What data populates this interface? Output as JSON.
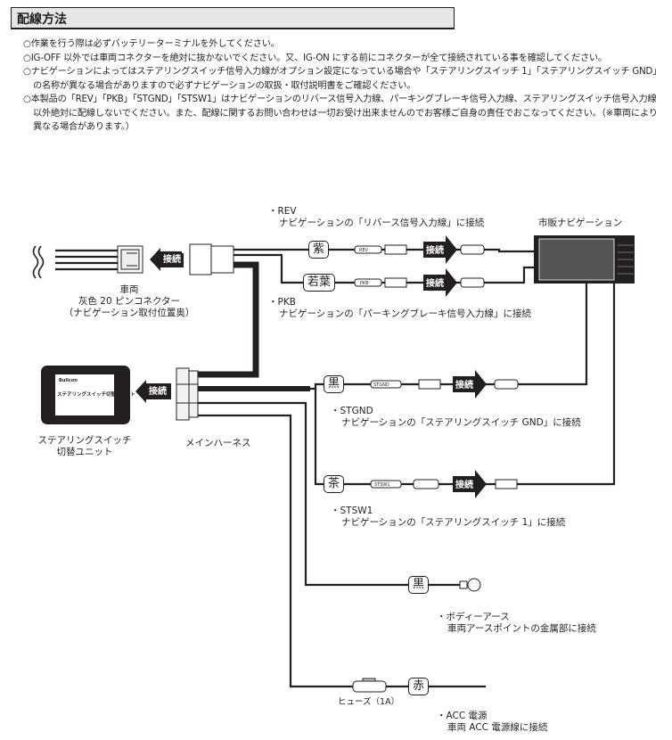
{
  "header": {
    "title": "配線方法"
  },
  "notes": [
    "○作業を行う際は必ずバッテリーターミナルを外してください。",
    "○IG-OFF 以外では車両コネクターを絶対に抜かないでください。又、IG-ON にする前にコネクターが全て接続されている事を確認してください。",
    "○ナビゲーションによってはステアリングスイッチ信号入力線がオプション設定になっている場合や「ステアリングスイッチ 1」「ステアリングスイッチ GND」の名称が異なる場合がありますので必ずナビゲーションの取扱・取付説明書をご確認ください。",
    "○本製品の「REV」「PKB」「STGND」「STSW1」はナビゲーションのリバース信号入力線、パーキングブレーキ信号入力線、ステアリングスイッチ信号入力線以外絶対に配線しないでください。また、配線に関するお問い合わせは一切お受け出来ませんのでお客様ご自身の責任でおこなってください。（※車両により異なる場合があります。）"
  ],
  "diagram": {
    "connect_label": "接続",
    "vehicle": {
      "line1": "車両",
      "line2": "灰色 20 ピンコネクター",
      "line3": "（ナビゲーション取付位置奥）"
    },
    "navi": {
      "label": "市販ナビゲーション"
    },
    "unit": {
      "brand": "Bullcon",
      "screen_text": "ステアリングスイッチ切替ユニット",
      "line1": "ステアリングスイッチ",
      "line2": "切替ユニット"
    },
    "main_harness": {
      "label": "メインハーネス"
    },
    "wires": [
      {
        "id": "rev",
        "color_tag": "紫",
        "plug": "REV",
        "title": "・REV",
        "desc": "ナビゲーションの「リバース信号入力線」に接続"
      },
      {
        "id": "pkb",
        "color_tag": "若葉",
        "plug": "PKB",
        "title": "・PKB",
        "desc": "ナビゲーションの「パーキングブレーキ信号入力線」に接続"
      },
      {
        "id": "stgnd",
        "color_tag": "黒",
        "plug": "STGND",
        "title": "・STGND",
        "desc": "ナビゲーションの「ステアリングスイッチ GND」に接続"
      },
      {
        "id": "stsw1",
        "color_tag": "茶",
        "plug": "STSW1",
        "title": "・STSW1",
        "desc": "ナビゲーションの「ステアリングスイッチ 1」に接続"
      },
      {
        "id": "ground",
        "color_tag": "黒",
        "title": "・ボディーアース",
        "desc": "車両アースポイントの金属部に接続"
      },
      {
        "id": "acc",
        "color_tag": "赤",
        "title": "・ACC 電源",
        "desc": "車両 ACC 電源線に接続",
        "fuse": "ヒューズ（1A）"
      }
    ]
  }
}
